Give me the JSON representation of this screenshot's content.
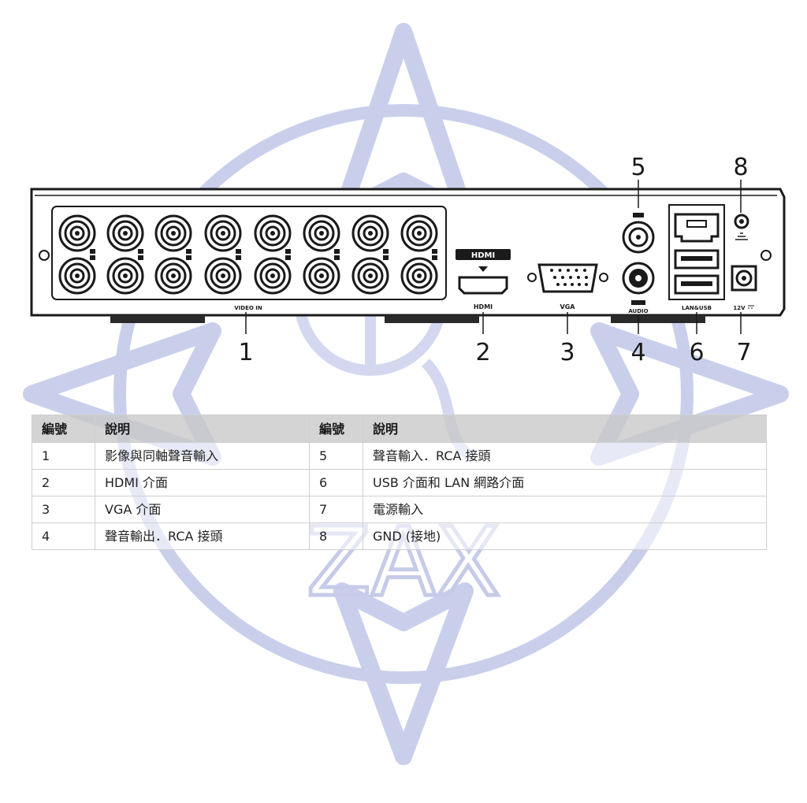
{
  "watermark": {
    "text": "ZAX",
    "color": "#c5cbe8"
  },
  "device": {
    "port_labels": {
      "video_in": "VIDEO IN",
      "hdmi": "HDMI",
      "vga": "VGA",
      "audio": "AUDIO",
      "lan_usb": "LAN&USB",
      "power": "12V"
    },
    "callouts": [
      "1",
      "2",
      "3",
      "4",
      "5",
      "6",
      "7",
      "8"
    ]
  },
  "table": {
    "headers": [
      "編號",
      "說明",
      "編號",
      "說明"
    ],
    "rows": [
      [
        "1",
        "影像與同軸聲音輸入",
        "5",
        "聲音輸入．RCA 接頭"
      ],
      [
        "2",
        "HDMI 介面",
        "6",
        "USB 介面和 LAN 網路介面"
      ],
      [
        "3",
        "VGA 介面",
        "7",
        "電源輸入"
      ],
      [
        "4",
        "聲音輸出．RCA 接頭",
        "8",
        "GND (接地)"
      ]
    ]
  }
}
